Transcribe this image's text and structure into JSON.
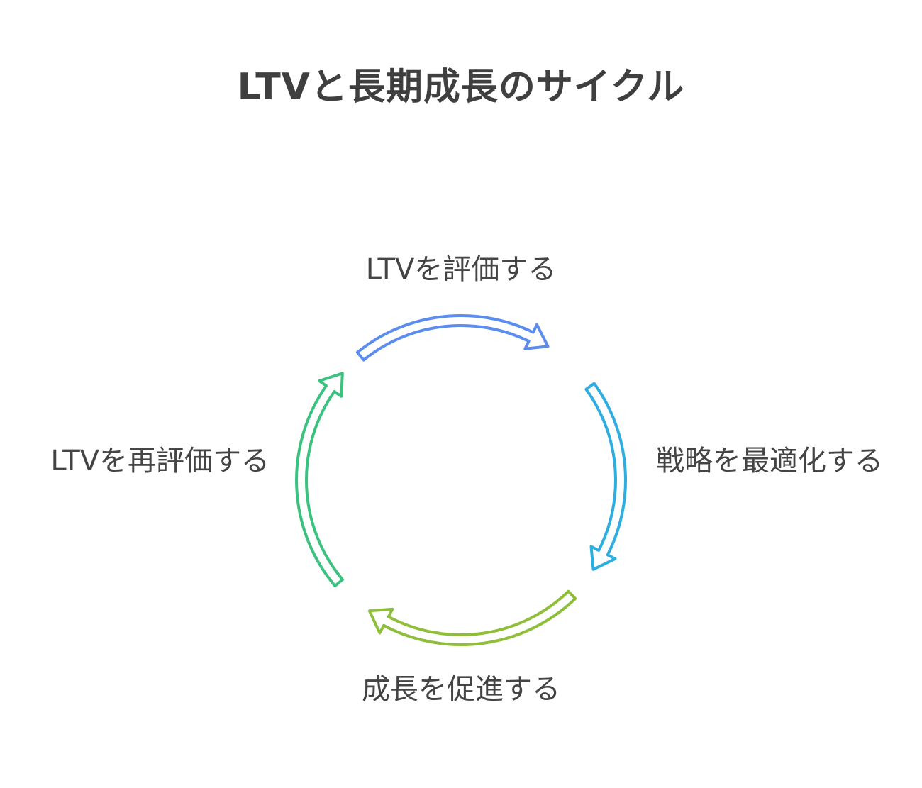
{
  "diagram": {
    "title": "LTVと長期成長のサイクル",
    "steps": [
      {
        "label": "LTVを評価する",
        "color": "#5b8def",
        "position": "top"
      },
      {
        "label": "戦略を最適化する",
        "color": "#2eaee0",
        "position": "right"
      },
      {
        "label": "成長を促進する",
        "color": "#8fbf3a",
        "position": "bottom"
      },
      {
        "label": "LTVを再評価する",
        "color": "#3cc280",
        "position": "left"
      }
    ]
  }
}
